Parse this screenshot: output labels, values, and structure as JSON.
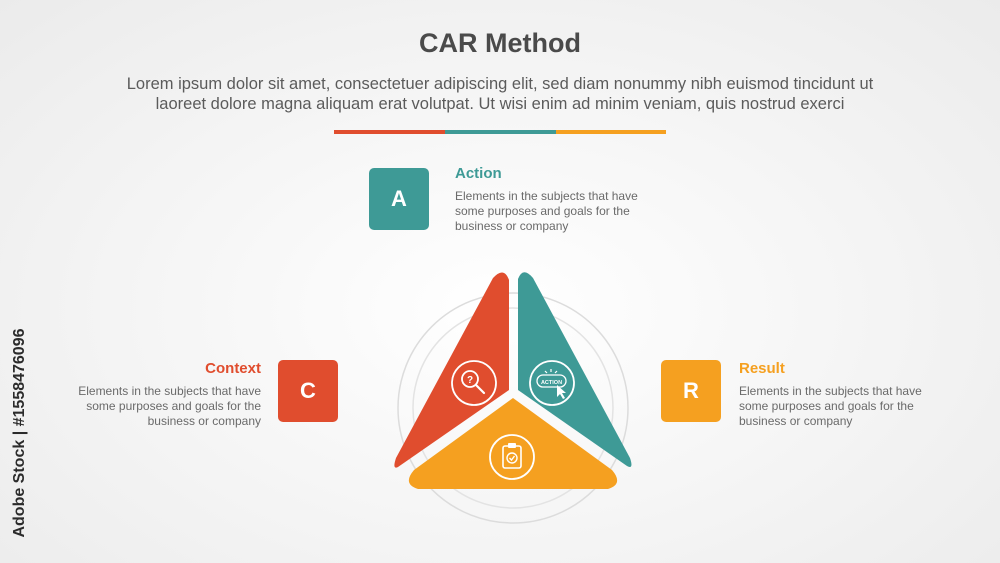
{
  "title": "CAR Method",
  "subtitle_line1": "Lorem ipsum dolor sit amet, consectetuer adipiscing elit, sed diam nonummy nibh euismod tincidunt ut",
  "subtitle_line2": "laoreet dolore magna aliquam erat volutpat. Ut wisi enim ad minim veniam, quis nostrud exerci",
  "colors": {
    "context": "#e04d2e",
    "action": "#3e9a96",
    "result": "#f5a020"
  },
  "action": {
    "letter": "A",
    "heading": "Action",
    "description": "Elements in the subjects that have some purposes and goals for the business or company",
    "icon": "action-button-cursor-icon"
  },
  "context": {
    "letter": "C",
    "heading": "Context",
    "description": "Elements in the subjects that have some purposes and goals for the business or company",
    "icon": "magnifier-question-icon"
  },
  "result": {
    "letter": "R",
    "heading": "Result",
    "description": "Elements in the subjects that have some purposes and goals for the business or company",
    "icon": "clipboard-check-icon"
  },
  "action_icon_text": "ACTION",
  "watermark": "Adobe Stock | #1558476096"
}
